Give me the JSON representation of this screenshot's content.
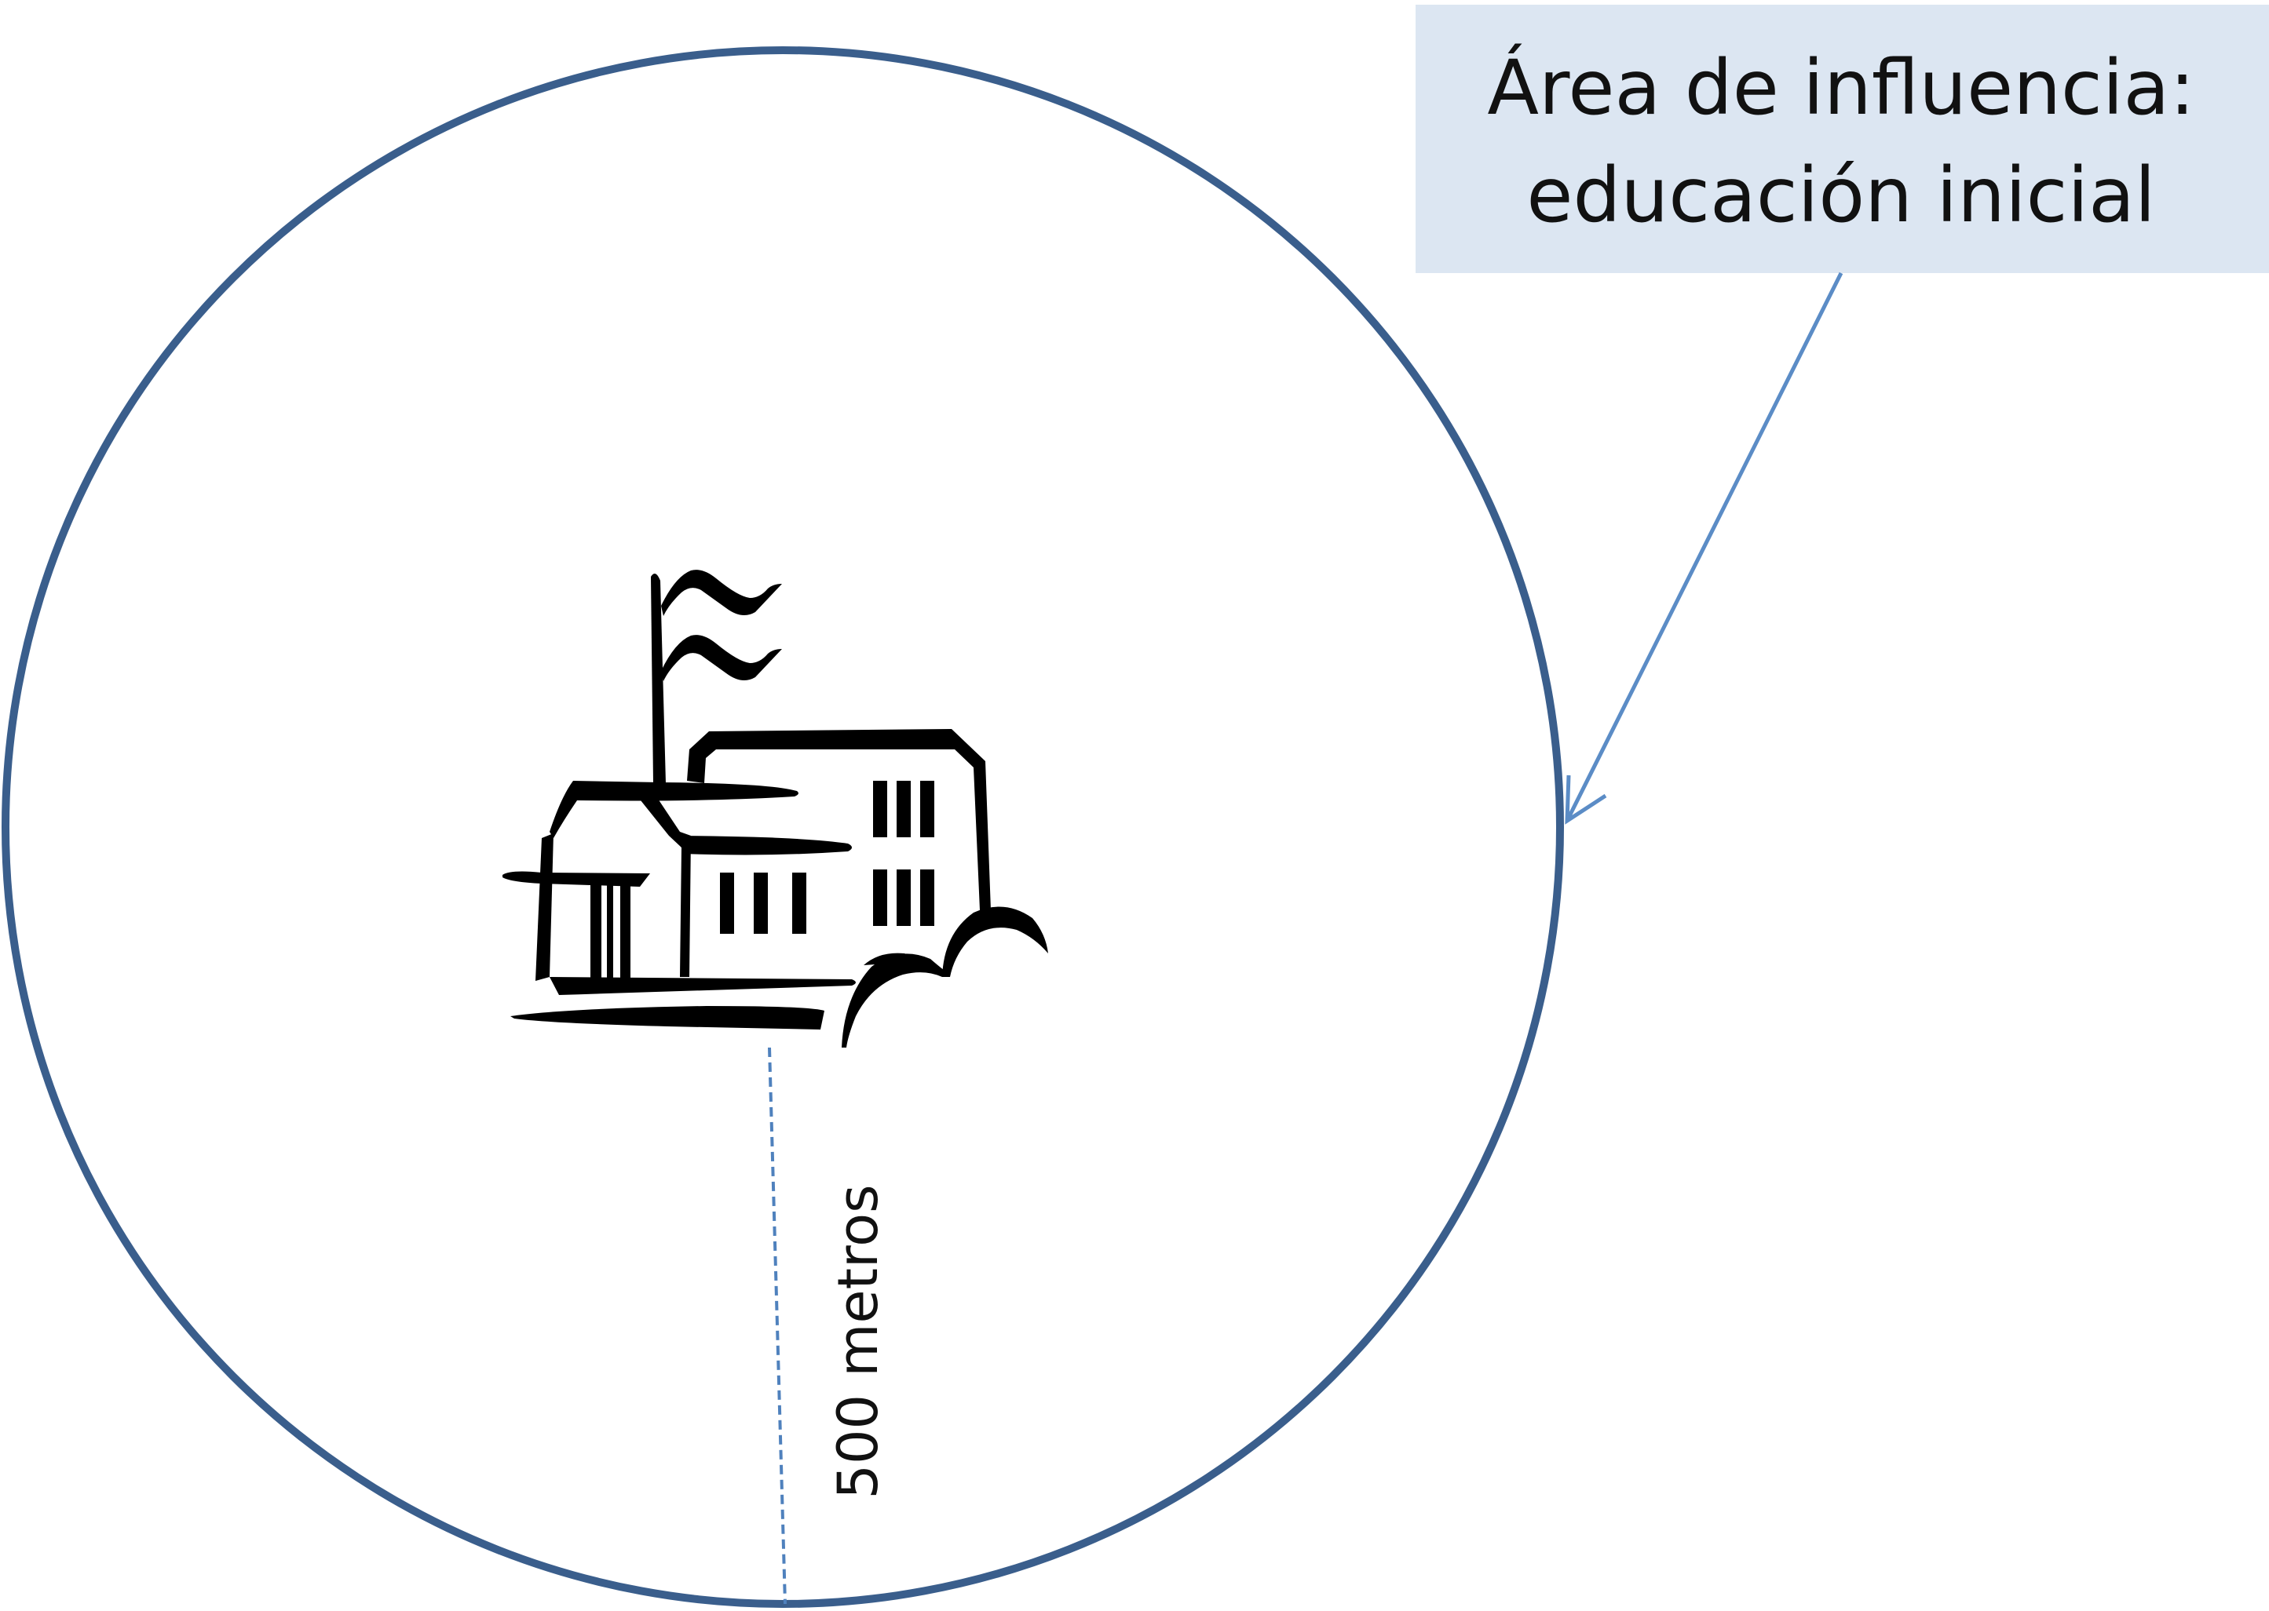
{
  "callout": {
    "line1": "Área de influencia:",
    "line2": "educación inicial"
  },
  "radius_label": "500 metros",
  "colors": {
    "circle_stroke": "#3a5e8c",
    "callout_fill": "#dce6f2",
    "leader_line": "#5b8cc6",
    "radius_line": "#4f81bd",
    "icon": "#000000"
  },
  "icons": {
    "center": "school-building-icon"
  }
}
